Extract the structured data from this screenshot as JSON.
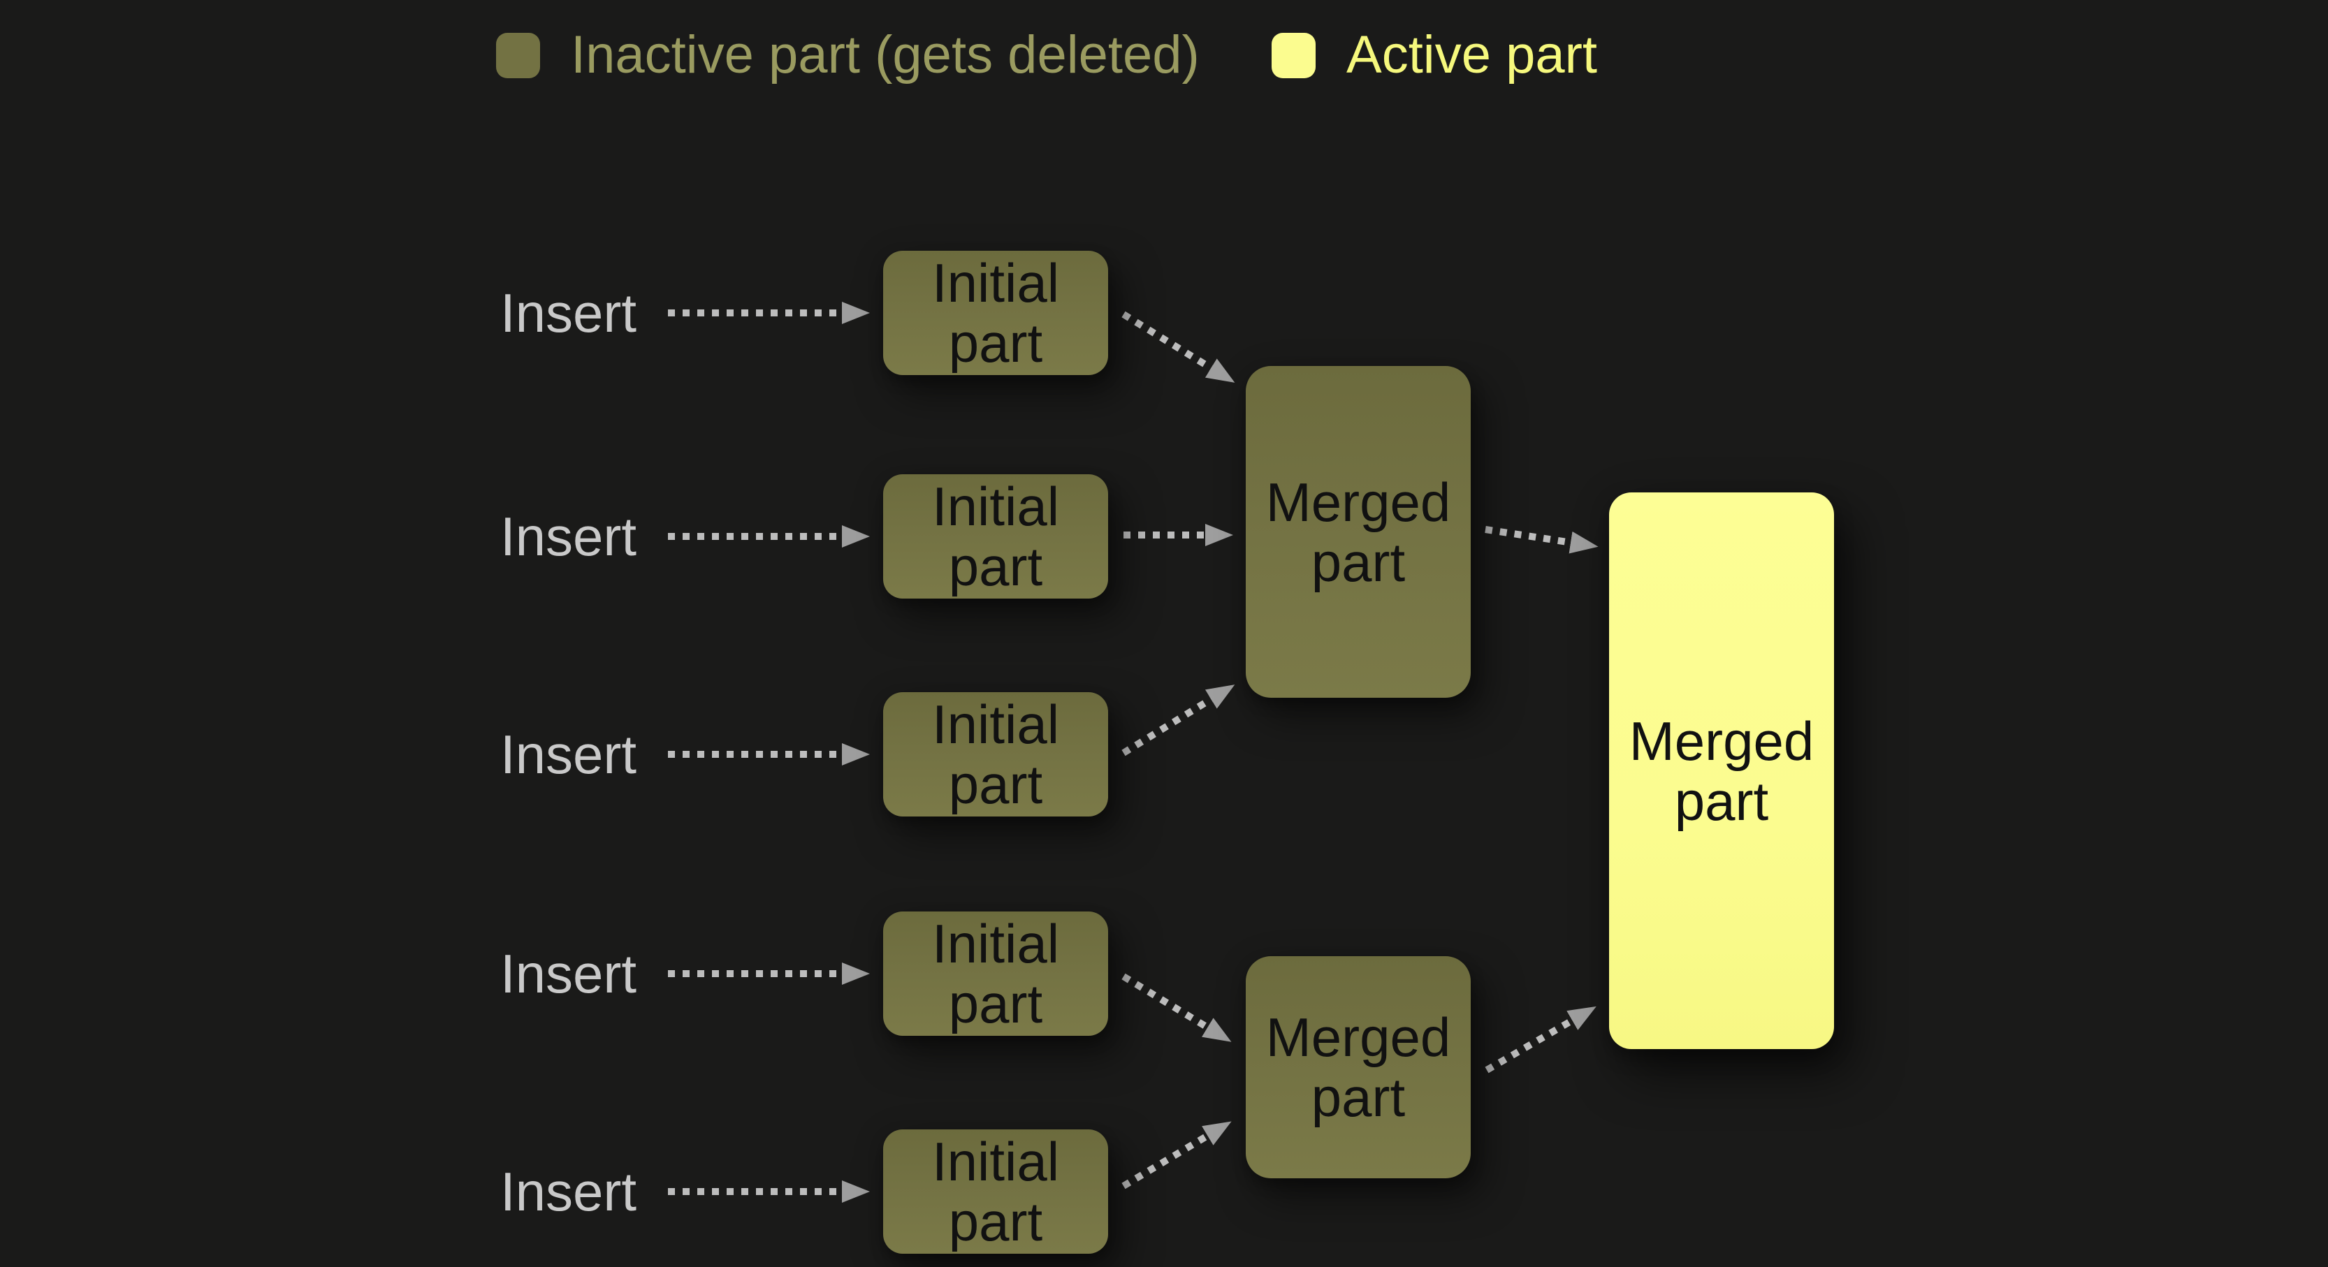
{
  "legend": {
    "items": [
      {
        "id": "inactive",
        "label": "Inactive part (gets deleted)"
      },
      {
        "id": "active",
        "label": "Active part"
      }
    ]
  },
  "rows": [
    {
      "insert_label": "Insert",
      "node_label": "Initial part"
    },
    {
      "insert_label": "Insert",
      "node_label": "Initial part"
    },
    {
      "insert_label": "Insert",
      "node_label": "Initial part"
    },
    {
      "insert_label": "Insert",
      "node_label": "Initial part"
    },
    {
      "insert_label": "Insert",
      "node_label": "Initial part"
    }
  ],
  "merged": {
    "top": {
      "label": "Merged part",
      "state": "inactive"
    },
    "bottom": {
      "label": "Merged part",
      "state": "inactive"
    },
    "final": {
      "label": "Merged part",
      "state": "active"
    }
  },
  "edges": [
    {
      "from": "insert-1",
      "to": "initial-1"
    },
    {
      "from": "insert-2",
      "to": "initial-2"
    },
    {
      "from": "insert-3",
      "to": "initial-3"
    },
    {
      "from": "insert-4",
      "to": "initial-4"
    },
    {
      "from": "insert-5",
      "to": "initial-5"
    },
    {
      "from": "initial-1",
      "to": "merged-top"
    },
    {
      "from": "initial-2",
      "to": "merged-top"
    },
    {
      "from": "initial-3",
      "to": "merged-top"
    },
    {
      "from": "initial-4",
      "to": "merged-bottom"
    },
    {
      "from": "initial-5",
      "to": "merged-bottom"
    },
    {
      "from": "merged-top",
      "to": "merged-final"
    },
    {
      "from": "merged-bottom",
      "to": "merged-final"
    }
  ],
  "colors": {
    "background": "#1a1a19",
    "inactive_fill": "#737243",
    "active_fill": "#fbfc8f",
    "node_text": "#111111",
    "insert_text": "#c9c9c9",
    "legend_inactive_text": "#9a9b60",
    "legend_active_text": "#f6f87d",
    "arrow_dot": "#bdbdbd",
    "arrow_head": "#9e9e9e"
  }
}
